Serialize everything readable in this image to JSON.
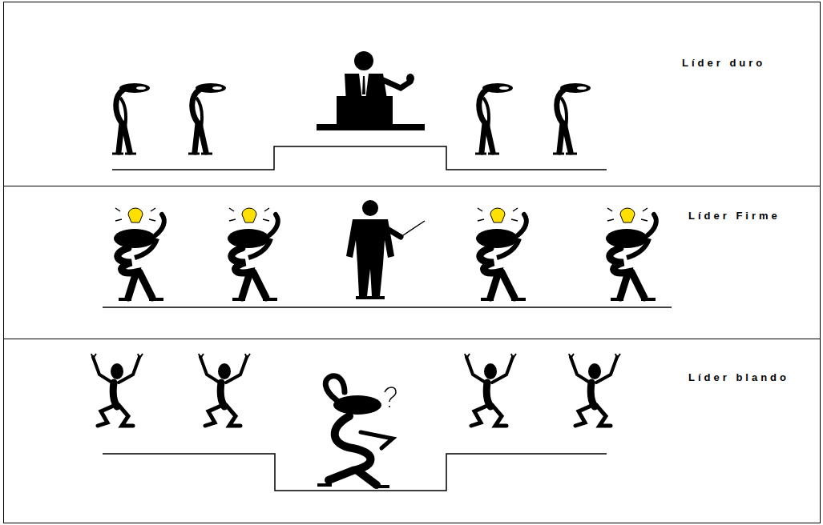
{
  "diagram": {
    "nodes": [
      {
        "text": [
          "Líder duro"
        ]
      },
      {
        "text": [
          "Líder Firme"
        ]
      },
      {
        "text": [
          "Líder blando"
        ]
      }
    ]
  }
}
